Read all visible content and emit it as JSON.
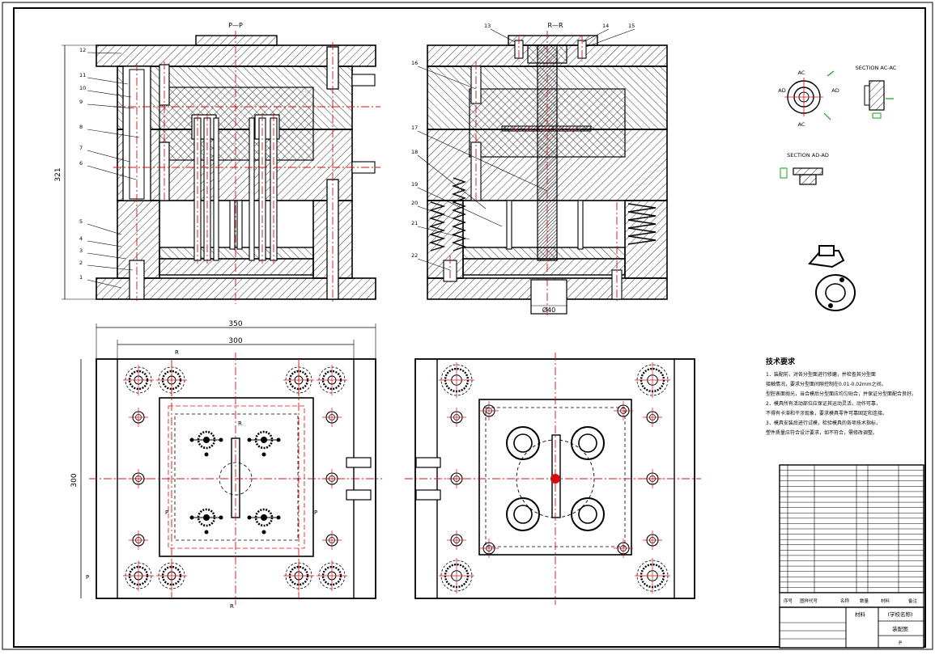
{
  "views": {
    "section_pp": "P—P",
    "section_rr": "R—R",
    "section_ac": "SECTION  AC-AC",
    "section_ad": "SECTION  AD-AD",
    "label_ac_top": "AC",
    "label_ac_bottom": "AC",
    "label_ad_left": "AD",
    "label_ad_right": "AD"
  },
  "dimensions": {
    "height_321": "321",
    "width_350": "350",
    "width_300": "300",
    "height_300": "300",
    "dia_40": "Ø40"
  },
  "part_numbers_left": [
    "12",
    "11",
    "10",
    "9",
    "8",
    "7",
    "6",
    "5",
    "4",
    "3",
    "2",
    "1"
  ],
  "part_numbers_right": [
    "13",
    "14",
    "15",
    "16",
    "17",
    "18",
    "19",
    "20",
    "21",
    "22"
  ],
  "plan_marks": {
    "r_top": "R",
    "r_mid": "R",
    "r_bottom": "R",
    "p_left": "P",
    "p_right": "P",
    "p_corner": "P"
  },
  "tech_notes": {
    "title": "技术要求",
    "lines": [
      "1．装配前，对各分型面进行修磨，并检查其分型面",
      "接触情况，要求分型面间隙控制在0.01-0.02mm之间。",
      "型腔表面抛光，当合模后分型面应均匀贴合，并保证分型面配合良好。",
      "2．模具所有活动部位应保证其运动灵活，动作可靠，",
      "不得有卡滞和干涉现象，要求模具零件可靠固定和连接。",
      "3．模具安装后进行试模，检验模具的各项技术指标，",
      "塑件质量应符合设计要求，如不符合，需修改调整。"
    ]
  },
  "title_block": {
    "headers": [
      "序号",
      "图样代号",
      "名称",
      "数量",
      "材料",
      "备注"
    ],
    "material_label": "材料",
    "company": "(学校名称)",
    "drawing_name": "装配图",
    "sheet_code": "P"
  }
}
